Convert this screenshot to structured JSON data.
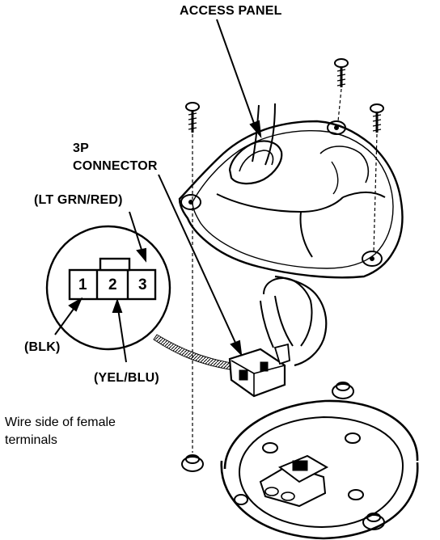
{
  "labels": {
    "access_panel": "ACCESS PANEL",
    "connector_line1": "3P",
    "connector_line2": "CONNECTOR",
    "lt_grn_red": "(LT GRN/RED)",
    "blk": "(BLK)",
    "yel_blu": "(YEL/BLU)",
    "wire_side_line1": "Wire side of female",
    "wire_side_line2": "terminals"
  },
  "connector_pins": [
    "1",
    "2",
    "3"
  ]
}
